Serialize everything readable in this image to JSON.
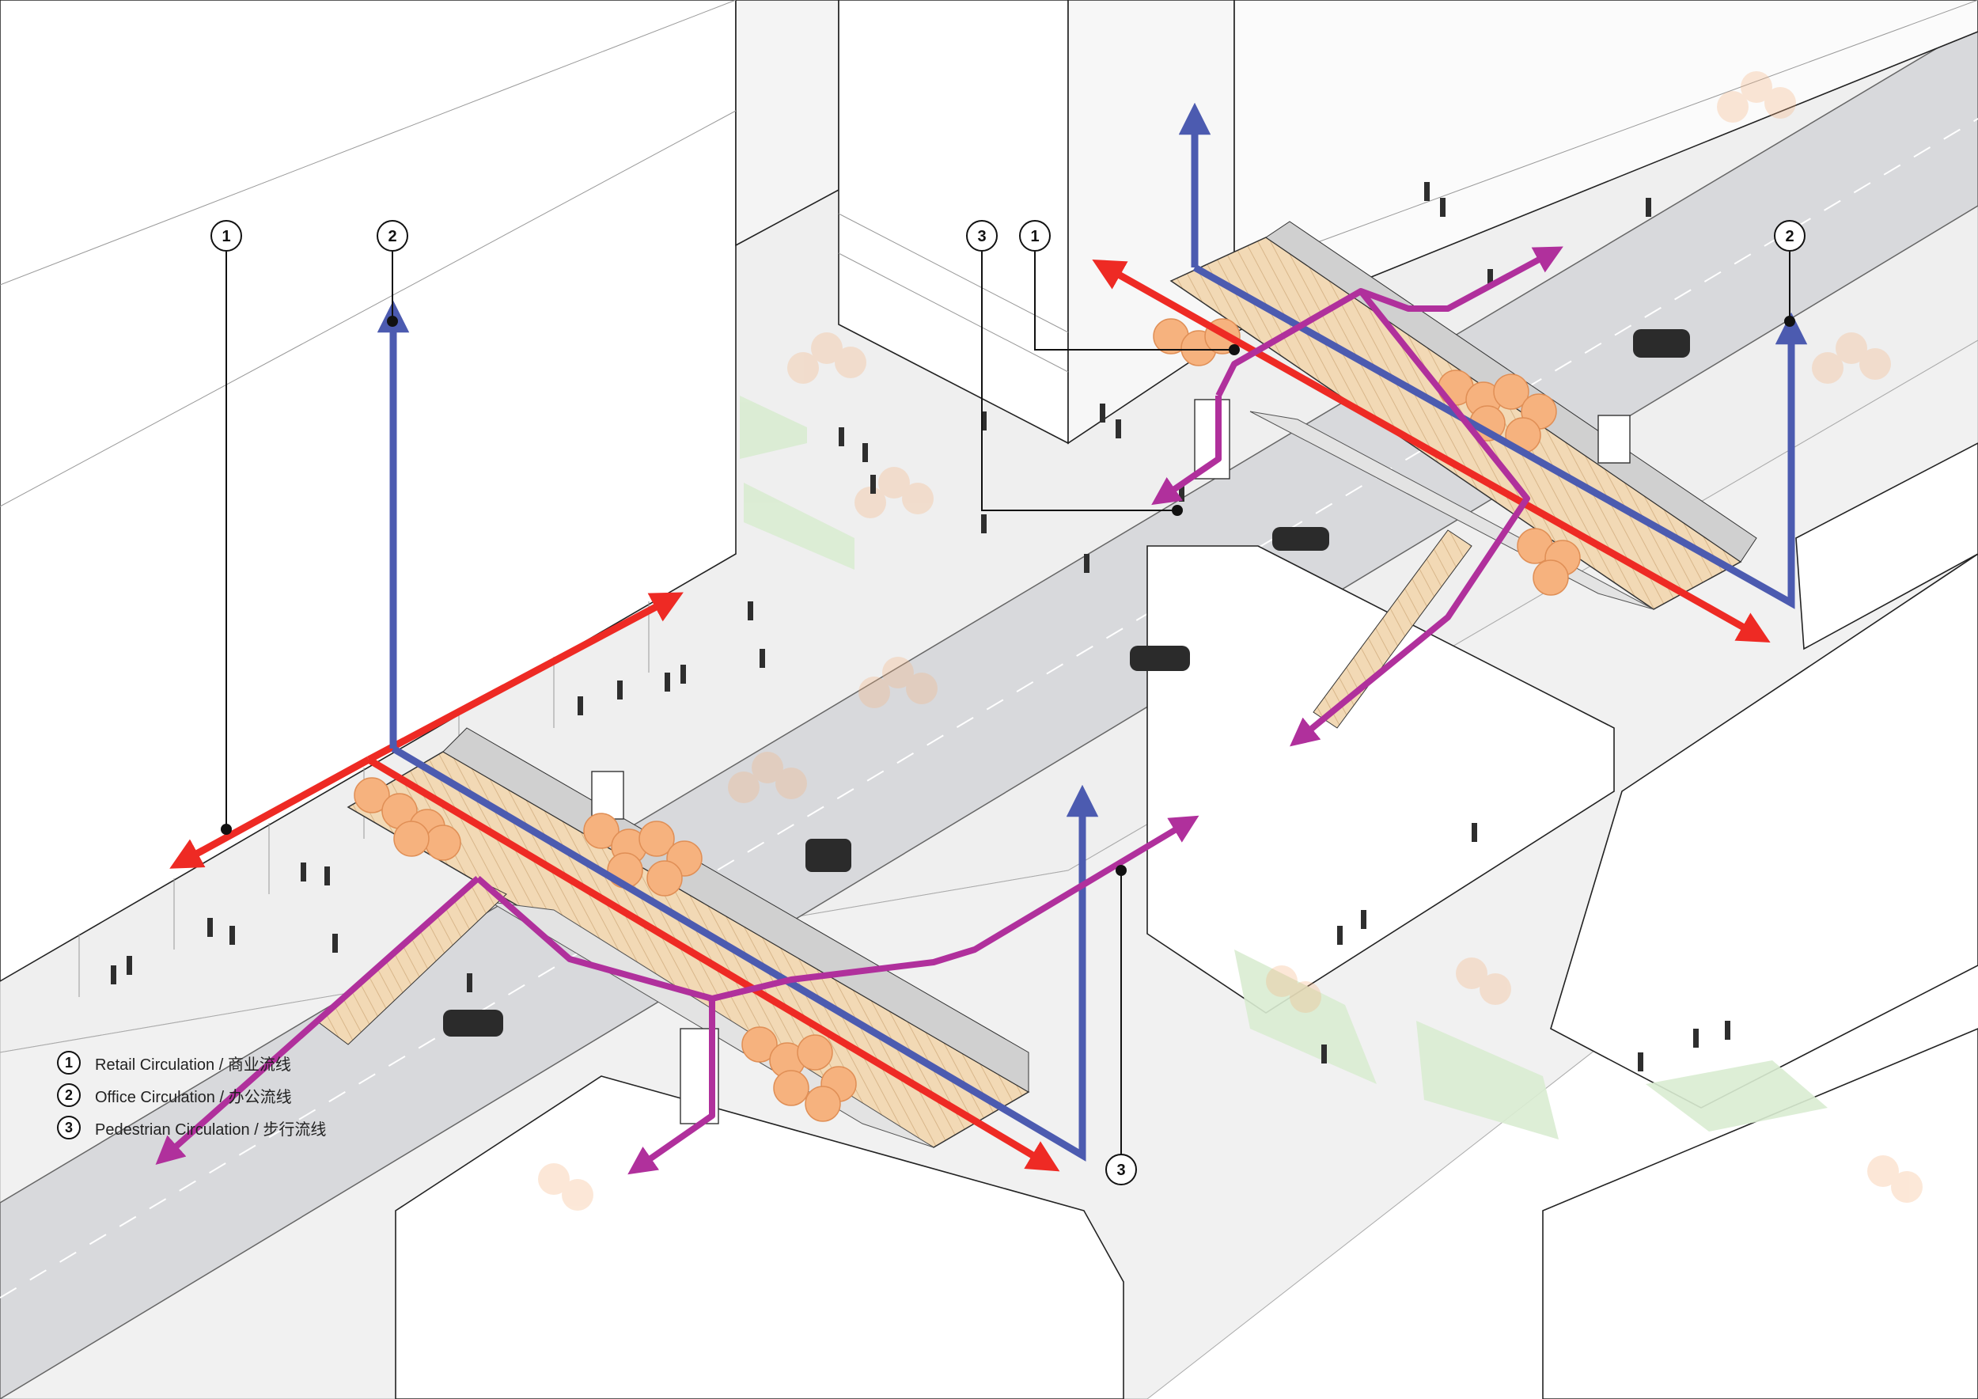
{
  "legend": [
    {
      "number": "1",
      "label": "Retail Circulation / 商业流线"
    },
    {
      "number": "2",
      "label": "Office Circulation / 办公流线"
    },
    {
      "number": "3",
      "label": "Pedestrian Circulation / 步行流线"
    }
  ],
  "callouts": {
    "left_retail": "1",
    "left_office": "2",
    "right_pedestrian": "3",
    "right_retail": "1",
    "right_office": "2",
    "bottom_pedestrian": "3"
  },
  "colors": {
    "retail": "#ee2a24",
    "office": "#4c5bb0",
    "pedestrian": "#b0309c",
    "road": "#d8d9dc",
    "sidewalk": "#eeeeee",
    "deck": "#f2d9b5",
    "tree": "#f6b27e",
    "lawn": "#d9ecd2"
  }
}
